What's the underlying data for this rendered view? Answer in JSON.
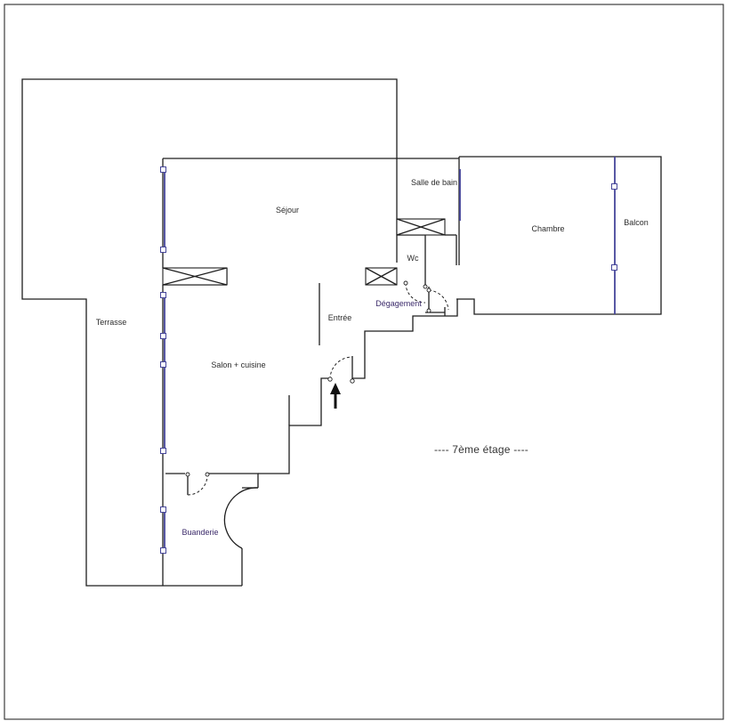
{
  "plan": {
    "rooms": {
      "sejour": "Séjour",
      "salle_de_bain": "Salle de bain",
      "chambre": "Chambre",
      "balcon": "Balcon",
      "wc": "Wc",
      "degagement": "Dégagement",
      "entree": "Entrée",
      "terrasse": "Terrasse",
      "salon_cuisine": "Salon + cuisine",
      "buanderie": "Buanderie"
    },
    "floor_label": "----  7ème étage  ----"
  }
}
